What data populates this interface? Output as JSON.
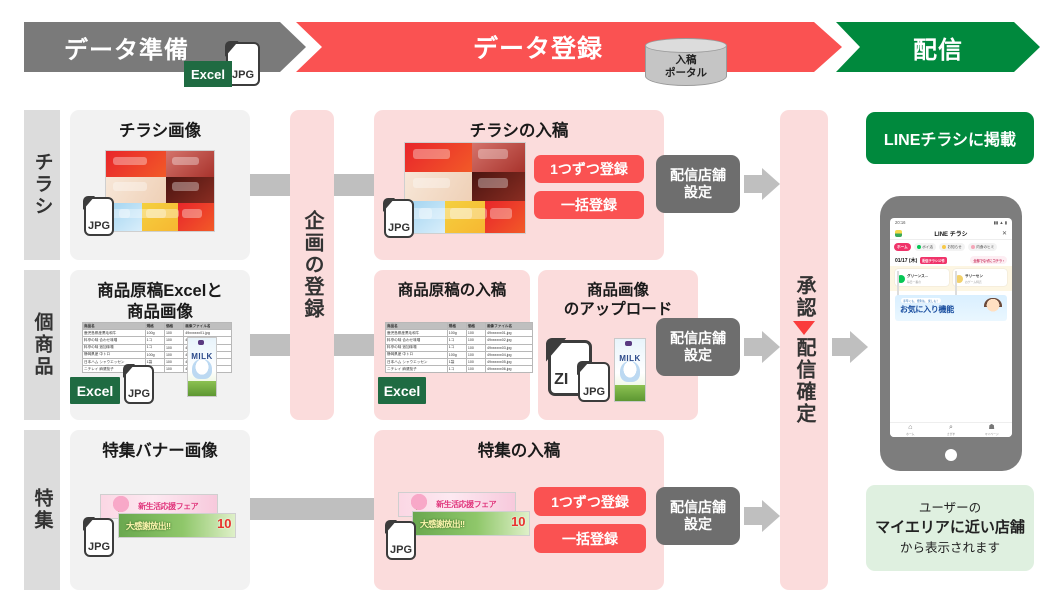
{
  "header": {
    "stages": [
      {
        "label": "データ準備",
        "color": "#7a7a7a"
      },
      {
        "label": "データ登録",
        "color": "#fa5252"
      },
      {
        "label": "配信",
        "color": "#00893d"
      }
    ],
    "excel_badge": "Excel",
    "jpg_badge": "JPG",
    "portal": {
      "line1": "入稿",
      "line2": "ポータル"
    }
  },
  "rows": [
    {
      "label": "チラシ"
    },
    {
      "label": "個商品"
    },
    {
      "label": "特集"
    }
  ],
  "prepare": {
    "flyer_title": "チラシ画像",
    "flyer_file": "JPG",
    "product_title_line1": "商品原稿Excelと",
    "product_title_line2": "商品画像",
    "product_excel": "Excel",
    "product_jpg": "JPG",
    "feature_title": "特集バナー画像",
    "feature_file": "JPG"
  },
  "plan_column": {
    "label": "企画の登録"
  },
  "register": {
    "flyer": {
      "title": "チラシの入稿",
      "file": "JPG",
      "btn_one": "1つずつ登録",
      "btn_bulk": "一括登録",
      "store_setting_line1": "配信店舗",
      "store_setting_line2": "設定"
    },
    "product_manuscript": {
      "title": "商品原稿の入稿",
      "excel": "Excel"
    },
    "product_image": {
      "title_line1": "商品画像",
      "title_line2": "のアップロード",
      "zip": "ZI",
      "jpg": "JPG",
      "store_setting_line1": "配信店舗",
      "store_setting_line2": "設定"
    },
    "feature": {
      "title": "特集の入稿",
      "file": "JPG",
      "btn_one": "1つずつ登録",
      "btn_bulk": "一括登録",
      "store_setting_line1": "配信店舗",
      "store_setting_line2": "設定"
    }
  },
  "approval_column": {
    "top": "承認",
    "bottom": "配信確定"
  },
  "delivery": {
    "publish_button": "LINEチラシに掲載",
    "note_line1": "ユーザーの",
    "note_line2": "マイエリアに近い店舗",
    "note_line3": "から表示されます"
  },
  "spreadsheet": {
    "headers": [
      "商品名",
      "規格",
      "価格",
      "画像ファイル名"
    ],
    "rows": [
      [
        "鹿児島県産黒毛和牛",
        "100g",
        "100",
        "49xxxxxx01.jpg"
      ],
      [
        "料亭の味 合わせ味噌",
        "1コ",
        "100",
        "49xxxxxx02.jpg"
      ],
      [
        "料亭の味 追加味噌",
        "1コ",
        "100",
        "49xxxxxx03.jpg"
      ],
      [
        "静岡県産 中トロ",
        "100g",
        "100",
        "49xxxxxx04.jpg"
      ],
      [
        "日本ハム シャウエッセン",
        "1袋",
        "100",
        "49xxxxxx05.jpg"
      ],
      [
        "ニチレイ 麻婆茄子",
        "1コ",
        "100",
        "49xxxxxx06.jpg"
      ]
    ]
  },
  "banners": {
    "spring": "新生活応援フェア",
    "sale": "大感謝放出!!",
    "sale_percent": "10"
  },
  "milk": {
    "word": "MILK"
  },
  "phone": {
    "status_time": "20:16",
    "app_title": "LINE チラシ",
    "close": "✕",
    "chips": [
      {
        "label": "ホーム",
        "active": true
      },
      {
        "label": "ポイ活",
        "active": false
      },
      {
        "label": "お知らせ",
        "active": false
      },
      {
        "label": "内食のヒミ",
        "active": false
      }
    ],
    "date": "01/17 (木)",
    "date_badge": "配信チラシ17件",
    "date_link": "全部でなぜにコチラ ›",
    "cards": [
      {
        "name": "グリーンス…",
        "sub": "毎日一番の"
      },
      {
        "name": "サリーセン",
        "sub": "おゲーム特売"
      }
    ],
    "promo_tag": "手早くも、便利も、楽しも！",
    "promo_title": "お気に入り機能",
    "nav": [
      {
        "icon": "home-icon",
        "label": "ホーム"
      },
      {
        "icon": "search-icon",
        "label": "さがす"
      },
      {
        "icon": "person-icon",
        "label": "マイページ"
      }
    ]
  },
  "colors": {
    "gray_stage": "#7a7a7a",
    "red_stage": "#fa5252",
    "green_stage": "#00893d",
    "pink_panel": "#fbdcdc",
    "gray_panel": "#f2f2f2",
    "arrow_gray": "#bfbfbf",
    "note_green": "#dff0e0"
  }
}
